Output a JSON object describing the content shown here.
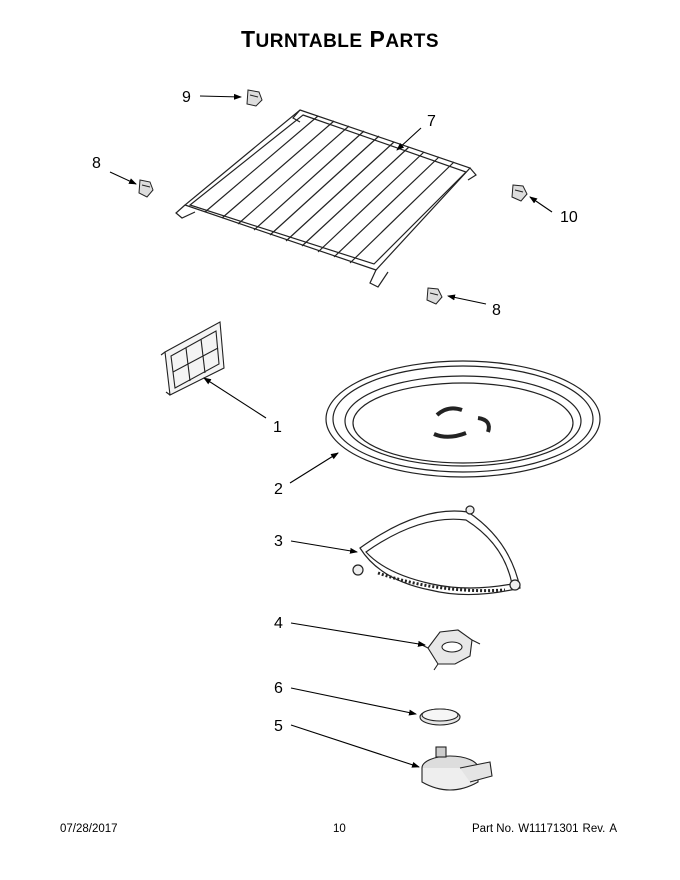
{
  "title": {
    "first": "T",
    "first_rest": "URNTABLE",
    "second": "P",
    "second_rest": "ARTS"
  },
  "callouts": {
    "c1": "1",
    "c2": "2",
    "c3": "3",
    "c4": "4",
    "c5": "5",
    "c6": "6",
    "c7": "7",
    "c8a": "8",
    "c8b": "8",
    "c9": "9",
    "c10": "10"
  },
  "footer": {
    "date": "07/28/2017",
    "page": "10",
    "part_label": "Part No.",
    "part_number": "W11171301",
    "rev_label": "Rev.",
    "rev_value": "A"
  }
}
